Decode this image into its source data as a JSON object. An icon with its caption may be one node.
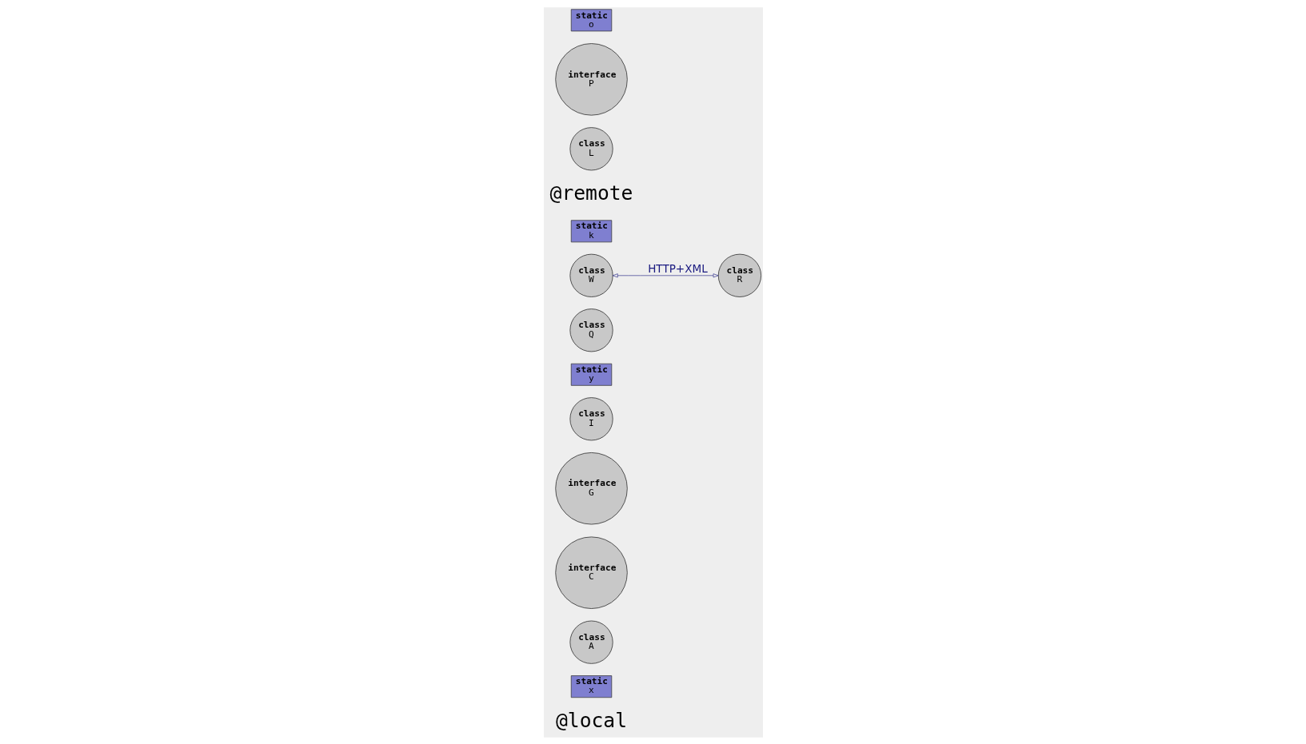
{
  "diagram": {
    "nodes": [
      {
        "text": [
          "static",
          "x"
        ]
      },
      {
        "text": [
          "class",
          "A"
        ]
      },
      {
        "text": [
          "interface",
          "C"
        ]
      },
      {
        "text": [
          "interface",
          "G"
        ]
      },
      {
        "text": [
          "class",
          "L"
        ]
      },
      {
        "text": [
          "interface",
          "P"
        ]
      },
      {
        "text": [
          "static",
          "o"
        ]
      },
      {
        "text": [
          "class",
          "I"
        ]
      },
      {
        "text": [
          "static",
          "y"
        ]
      },
      {
        "text": [
          "class",
          "Q"
        ]
      },
      {
        "text": [
          "class",
          "W"
        ]
      },
      {
        "text": [
          "class",
          "R"
        ]
      },
      {
        "text": [
          "static",
          "k"
        ]
      }
    ],
    "edges": [
      {
        "from": 10,
        "to": 11,
        "arrow": "both",
        "label": "HTTP+XML",
        "color": "#1a1a80"
      }
    ],
    "labels": [
      "@local",
      "@remote"
    ]
  }
}
